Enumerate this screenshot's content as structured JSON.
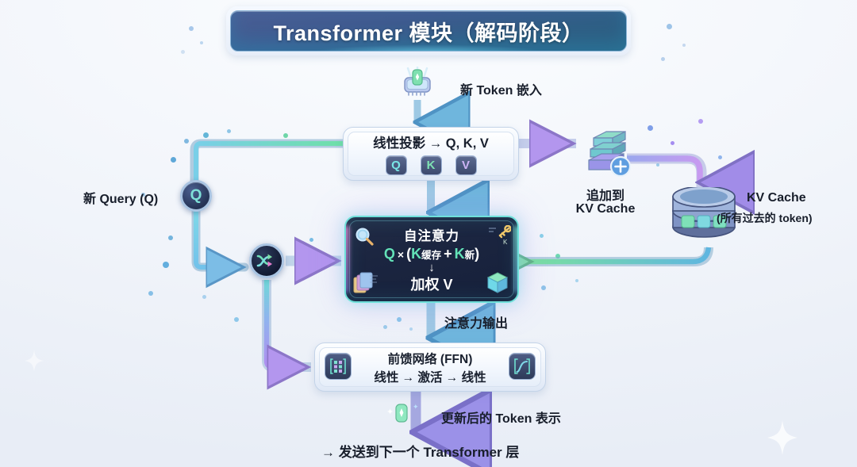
{
  "title": {
    "text": "Transformer 模块（解码阶段）"
  },
  "nodes": {
    "token_embed": {
      "label": "新 Token 嵌入",
      "icon": "chip-icon"
    },
    "projection": {
      "title": "线性投影 → Q, K, V",
      "badges": [
        {
          "letter": "Q",
          "color": "#79e6e6"
        },
        {
          "letter": "K",
          "color": "#7fe3b4"
        },
        {
          "letter": "V",
          "color": "#cdb4f5"
        }
      ]
    },
    "attention": {
      "title": "自注意力",
      "formula_q": "Q",
      "formula_times": "×",
      "formula_open": "(",
      "formula_k1": "K",
      "formula_sub1": "缓存",
      "formula_plus": "+",
      "formula_k2": "K",
      "formula_sub2": "新",
      "formula_close": ")",
      "down_arrow": "↓",
      "output": "加权 V",
      "icons": [
        "magnifier-icon",
        "key-icon",
        "documents-icon",
        "cube-icon"
      ]
    },
    "ffn": {
      "title": "前馈网络 (FFN)",
      "subtitle": "线性 → 激活 → 线性",
      "icon_left": "matrix-icon",
      "icon_right": "activation-curve-icon"
    },
    "append": {
      "label_line1": "追加到",
      "label_line2": "KV Cache",
      "icon": "stacked-blocks-plus-icon"
    },
    "kv_cache": {
      "label_line1": "KV Cache",
      "label_line2": "(所有过去的 token)",
      "icon": "database-icon"
    },
    "query_node": {
      "label": "新 Query (Q)",
      "badge": "Q"
    },
    "merge_node": {
      "icon": "shuffle-merge-icon"
    }
  },
  "edges": {
    "attention_output": "注意力输出",
    "updated_token": "更新后的 Token 表示",
    "next_layer": "→ 发送到下一个 Transformer 层"
  },
  "colors": {
    "background": "#f1f5fb",
    "title_fill": "#3f5b90",
    "accent_teal": "#63e2b8",
    "accent_cyan": "#6fe0da",
    "accent_purple": "#a48cf0",
    "wire_blue": "#6fb8e8",
    "text_dark": "#181e2b"
  }
}
